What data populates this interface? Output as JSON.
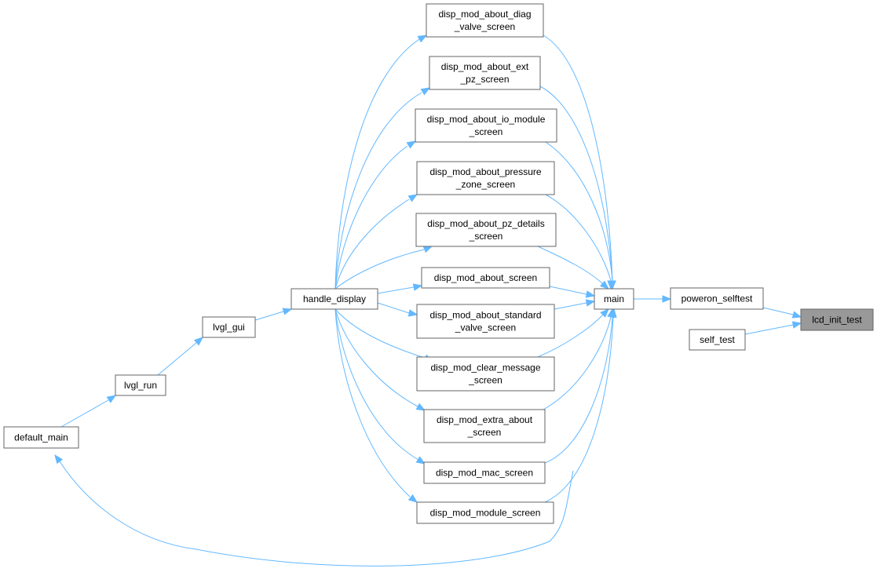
{
  "diagram": {
    "nodes": {
      "lcd_init_test": [
        "lcd_init_test"
      ],
      "poweron_selftest": [
        "poweron_selftest"
      ],
      "self_test": [
        "self_test"
      ],
      "main": [
        "main"
      ],
      "diag_valve": [
        "disp_mod_about_diag",
        "_valve_screen"
      ],
      "ext_pz": [
        "disp_mod_about_ext",
        "_pz_screen"
      ],
      "io_module": [
        "disp_mod_about_io_module",
        "_screen"
      ],
      "pressure_zone": [
        "disp_mod_about_pressure",
        "_zone_screen"
      ],
      "pz_details": [
        "disp_mod_about_pz_details",
        "_screen"
      ],
      "about_screen": [
        "disp_mod_about_screen"
      ],
      "standard_valve": [
        "disp_mod_about_standard",
        "_valve_screen"
      ],
      "clear_message": [
        "disp_mod_clear_message",
        "_screen"
      ],
      "extra_about": [
        "disp_mod_extra_about",
        "_screen"
      ],
      "mac_screen": [
        "disp_mod_mac_screen"
      ],
      "module_screen": [
        "disp_mod_module_screen"
      ],
      "handle_display": [
        "handle_display"
      ],
      "lvgl_gui": [
        "lvgl_gui"
      ],
      "lvgl_run": [
        "lvgl_run"
      ],
      "default_main": [
        "default_main"
      ]
    },
    "highlighted_node": "lcd_init_test",
    "edges": [
      {
        "from": "poweron_selftest",
        "to": "lcd_init_test"
      },
      {
        "from": "self_test",
        "to": "lcd_init_test"
      },
      {
        "from": "main",
        "to": "poweron_selftest"
      },
      {
        "from": "diag_valve",
        "to": "main"
      },
      {
        "from": "ext_pz",
        "to": "main"
      },
      {
        "from": "io_module",
        "to": "main"
      },
      {
        "from": "pressure_zone",
        "to": "main"
      },
      {
        "from": "pz_details",
        "to": "main"
      },
      {
        "from": "about_screen",
        "to": "main"
      },
      {
        "from": "standard_valve",
        "to": "main"
      },
      {
        "from": "clear_message",
        "to": "main"
      },
      {
        "from": "extra_about",
        "to": "main"
      },
      {
        "from": "mac_screen",
        "to": "main"
      },
      {
        "from": "module_screen",
        "to": "main"
      },
      {
        "from": "default_main",
        "to": "main"
      },
      {
        "from": "handle_display",
        "to": "diag_valve"
      },
      {
        "from": "handle_display",
        "to": "ext_pz"
      },
      {
        "from": "handle_display",
        "to": "io_module"
      },
      {
        "from": "handle_display",
        "to": "pressure_zone"
      },
      {
        "from": "handle_display",
        "to": "pz_details"
      },
      {
        "from": "handle_display",
        "to": "about_screen"
      },
      {
        "from": "handle_display",
        "to": "standard_valve"
      },
      {
        "from": "handle_display",
        "to": "clear_message"
      },
      {
        "from": "handle_display",
        "to": "extra_about"
      },
      {
        "from": "handle_display",
        "to": "mac_screen"
      },
      {
        "from": "handle_display",
        "to": "module_screen"
      },
      {
        "from": "lvgl_gui",
        "to": "handle_display"
      },
      {
        "from": "lvgl_run",
        "to": "lvgl_gui"
      },
      {
        "from": "default_main",
        "to": "lvgl_run"
      }
    ],
    "colors": {
      "edge": "#63b8ff",
      "node_border": "#666666",
      "highlight_fill": "#999999"
    }
  }
}
